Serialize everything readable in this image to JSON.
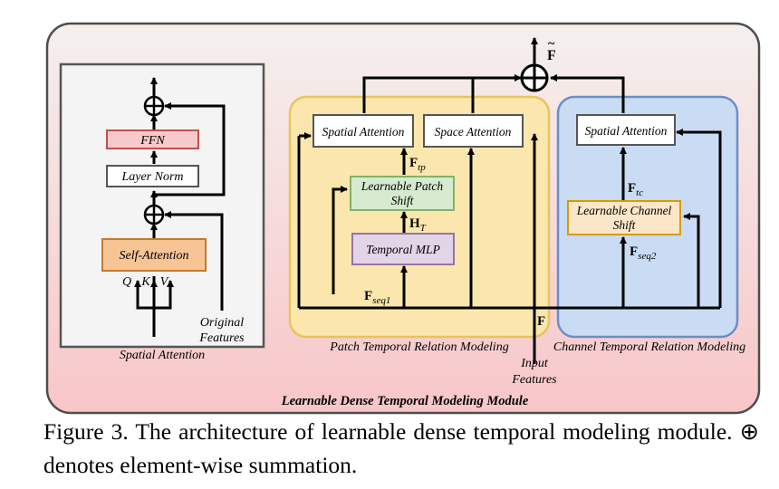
{
  "diagram": {
    "module_title": "Learnable Dense Temporal Modeling Module",
    "left_panel": {
      "label": "Spatial Attention",
      "ffn": "FFN",
      "layer_norm": "Layer Norm",
      "self_attention": "Self-Attention",
      "q": "Q",
      "k": "K",
      "v": "V",
      "original_features_line1": "Original",
      "original_features_line2": "Features"
    },
    "patch_panel": {
      "label": "Patch Temporal Relation Modeling",
      "spatial_attention": "Spatial Attention",
      "space_attention": "Space Attention",
      "learnable_patch_shift_line1": "Learnable Patch",
      "learnable_patch_shift_line2": "Shift",
      "temporal_mlp": "Temporal MLP",
      "f_tp": "F",
      "f_tp_sub": "tp",
      "h_t": "H",
      "h_t_sub": "T",
      "f_seq1": "F",
      "f_seq1_sub": "seq1"
    },
    "channel_panel": {
      "label": "Channel Temporal Relation Modeling",
      "spatial_attention": "Spatial Attention",
      "learnable_channel_shift_line1": "Learnable Channel",
      "learnable_channel_shift_line2": "Shift",
      "f_tc": "F",
      "f_tc_sub": "tc",
      "f_seq2": "F",
      "f_seq2_sub": "seq2"
    },
    "input_f": "F",
    "output_f": "F",
    "output_f_accent": "~",
    "input_features_line1": "Input",
    "input_features_line2": "Features"
  },
  "caption": {
    "text": "Figure 3. The architecture of learnable dense temporal modeling module. ⊕ denotes element-wise summation."
  },
  "colors": {
    "outer_gradient_top": "#f4f0ee",
    "outer_gradient_bottom": "#f8c6c8",
    "left_panel_fill": "#f4f4f4",
    "patch_panel_fill": "#fbe7ad",
    "patch_panel_border": "#e8c45a",
    "channel_panel_fill": "#c9dcf4",
    "channel_panel_border": "#6a8fc4",
    "ffn_fill": "#f6c9cb",
    "ffn_border": "#c0504d",
    "self_attention_fill": "#f7c595",
    "self_attention_border": "#c47a2c",
    "patch_shift_fill": "#d6ead0",
    "patch_shift_border": "#82b366",
    "temporal_mlp_fill": "#e1d5e7",
    "temporal_mlp_border": "#9673a6",
    "channel_shift_fill": "#fce6c8",
    "channel_shift_border": "#d79b00"
  }
}
